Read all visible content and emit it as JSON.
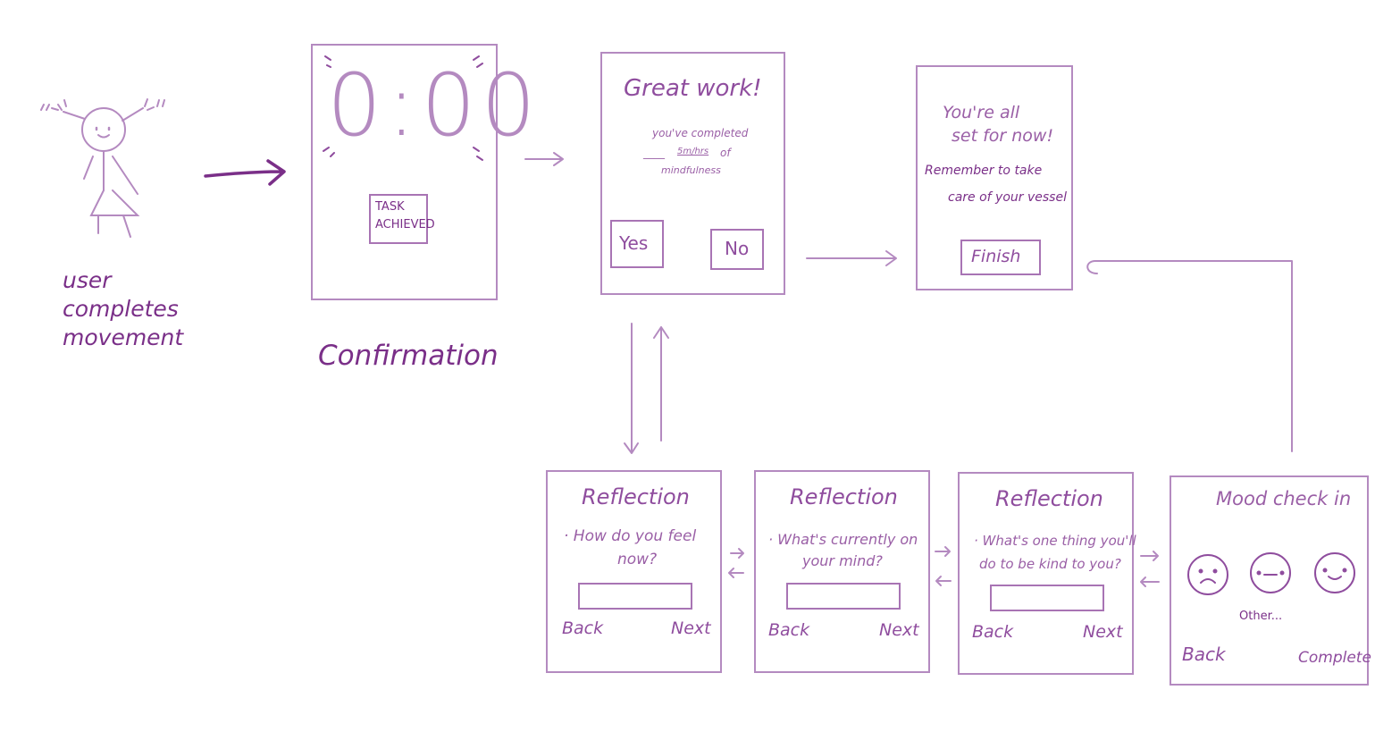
{
  "colors": {
    "ink": "#7a2f88",
    "ink_light": "#9a5fa6",
    "frame": "#b48ac0"
  },
  "user_figure": {
    "label": "user completes movement"
  },
  "confirmation_screen": {
    "label": "Confirmation",
    "timer": "0:00",
    "badge": "TASK ACHIEVED"
  },
  "great_work_screen": {
    "title": "Great work!",
    "message_line1": "you've completed",
    "message_blank": "____",
    "message_unit": "5m/hrs",
    "message_of": "of",
    "message_line3": "mindfulness",
    "yes_label": "Yes",
    "no_label": "No"
  },
  "done_screen": {
    "title_line1": "You're all",
    "title_line2": "set for now!",
    "reminder_line1": "Remember to take",
    "reminder_line2": "care of your vessel",
    "finish_label": "Finish"
  },
  "reflection_screens": [
    {
      "title": "Reflection",
      "q1": "· How do you feel",
      "q2": "now?",
      "back": "Back",
      "next": "Next"
    },
    {
      "title": "Reflection",
      "q1": "· What's currently on",
      "q2": "your mind?",
      "back": "Back",
      "next": "Next"
    },
    {
      "title": "Reflection",
      "q1": "· What's one thing you'll",
      "q2": "do to be kind to you?",
      "back": "Back",
      "next": "Next"
    }
  ],
  "mood_screen": {
    "title": "Mood check in",
    "moods": [
      "sad-face-icon",
      "neutral-face-icon",
      "happy-face-icon"
    ],
    "other_label": "Other...",
    "back_label": "Back",
    "complete_label": "Complete"
  }
}
